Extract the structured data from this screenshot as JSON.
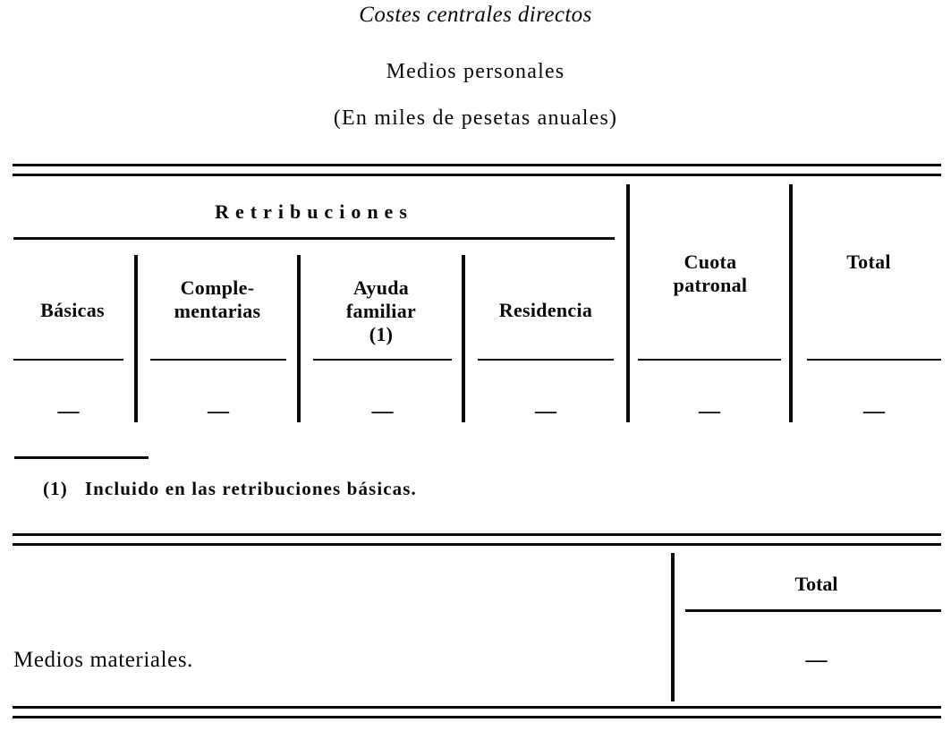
{
  "document": {
    "title": "Costes centrales directos",
    "subtitle": "Medios personales",
    "units_note": "(En miles de pesetas anuales)"
  },
  "table_personal": {
    "group_header": "Retribuciones",
    "columns": [
      {
        "label": "Básicas",
        "sub": ""
      },
      {
        "label": "Comple-",
        "sub": "mentarias"
      },
      {
        "label": "Ayuda",
        "sub": "familiar",
        "sub2": "(1)"
      },
      {
        "label": "Residencia",
        "sub": ""
      },
      {
        "label": "Cuota",
        "sub": "patronal"
      },
      {
        "label": "Total",
        "sub": ""
      }
    ],
    "row_values": [
      "—",
      "—",
      "—",
      "—",
      "—",
      "—"
    ],
    "footnote": {
      "marker": "(1)",
      "text": "Incluido en las retribuciones básicas."
    }
  },
  "table_material": {
    "row_label": "Medios materiales.",
    "total_header": "Total",
    "total_value": "—"
  }
}
